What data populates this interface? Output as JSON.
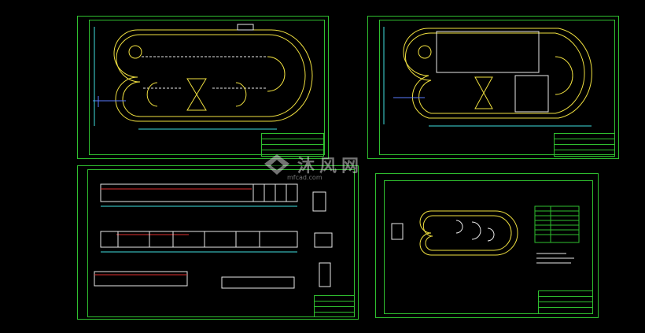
{
  "watermark": {
    "brand_text": "沐风网",
    "site_text": "mfcad.com"
  },
  "colors": {
    "background": "#000000",
    "frame": "#2fbf2f",
    "outline": "#f0e040",
    "channel": "#e8e8e8",
    "dimension": "#40e0e0",
    "section_red": "#e03030",
    "pipe": "#5a7cff",
    "watermark": "#d2d2d2"
  },
  "sheets": [
    {
      "id": "plan-layout-1",
      "content": "oxidation-ditch-plan-view"
    },
    {
      "id": "plan-layout-2",
      "content": "oxidation-ditch-plan-view-with-structures"
    },
    {
      "id": "section-drawings",
      "content": "longitudinal-sections-and-details"
    },
    {
      "id": "pipe-layout",
      "content": "small-scale-plan-and-equipment-table"
    }
  ],
  "icons": [
    "mfcad-logo-icon"
  ]
}
